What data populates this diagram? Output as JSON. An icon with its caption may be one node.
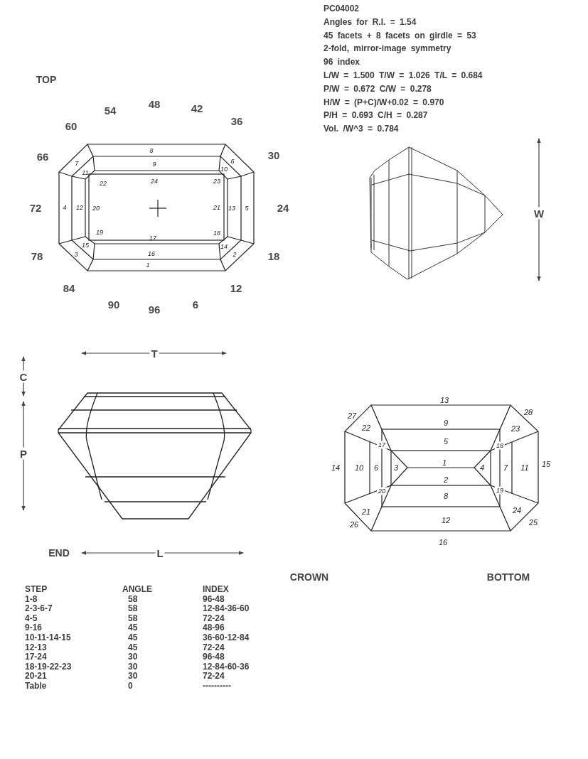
{
  "diagram": {
    "labels": [
      "PC04002",
      "Angles for R.I. = 1.54",
      "45 facets + 8 facets on girdle = 53",
      "2-fold, mirror-image symmetry",
      "96 index",
      "L/W = 1.500 T/W = 1.026 T/L = 0.684",
      "P/W = 0.672 C/W = 0.278",
      "H/W = (P+C)/W+0.02 = 0.970",
      "P/H = 0.693 C/H = 0.287",
      "Vol. /W^3 = 0.784",
      "TOP",
      "54",
      "48",
      "42",
      "60",
      "36",
      "66",
      "30",
      "72",
      "24",
      "78",
      "18",
      "84",
      "12",
      "90",
      "96",
      "6",
      "8",
      "7",
      "6",
      "9",
      "10",
      "11",
      "22",
      "24",
      "23",
      "4",
      "12",
      "20",
      "21",
      "13",
      "5",
      "19",
      "18",
      "17",
      "15",
      "14",
      "3",
      "16",
      "2",
      "1",
      "W",
      "T",
      "C",
      "P",
      "13",
      "27",
      "28",
      "22",
      "9",
      "23",
      "17",
      "5",
      "18",
      "1",
      "14",
      "10",
      "6",
      "3",
      "4",
      "7",
      "11",
      "15",
      "2",
      "20",
      "8",
      "19",
      "21",
      "24",
      "26",
      "12",
      "25",
      "16",
      "END",
      "L",
      "CROWN",
      "BOTTOM",
      "STEP",
      "ANGLE",
      "INDEX",
      "1-8",
      "58",
      "96-48",
      "2-3-6-7",
      "58",
      "12-84-36-60",
      "4-5",
      "58",
      "72-24",
      "9-16",
      "45",
      "48-96",
      "10-11-14-15",
      "45",
      "36-60-12-84",
      "12-13",
      "45",
      "72-24",
      "17-24",
      "30",
      "96-48",
      "18-19-22-23",
      "30",
      "12-84-60-36",
      "20-21",
      "30",
      "72-24",
      "Table",
      "0",
      "----------"
    ]
  }
}
